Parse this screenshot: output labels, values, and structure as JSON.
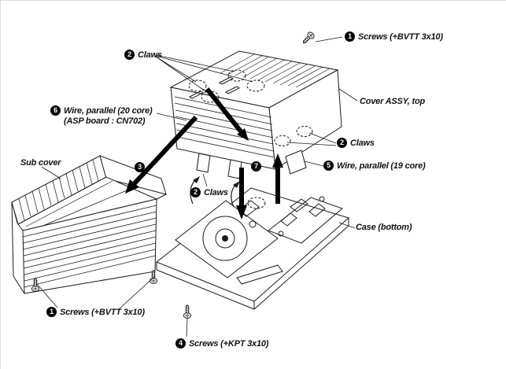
{
  "diagram": {
    "colors": {
      "line": "#1a1a1a",
      "badge_bg": "#000000",
      "badge_fg": "#ffffff",
      "background": "#ffffff"
    },
    "parts": {
      "cover_top": "Cover ASSY, top",
      "sub_cover": "Sub cover",
      "case_bottom": "Case (bottom)"
    },
    "callouts": {
      "screws_top": {
        "num": "1",
        "text": "Screws (+BVTT 3x10)"
      },
      "claws_top": {
        "num": "2",
        "text": "Claws"
      },
      "wire_20core": {
        "num": "6",
        "line1": "Wire, parallel (20 core)",
        "line2": "(ASP board : CN702)"
      },
      "claws_right": {
        "num": "2",
        "text": "Claws"
      },
      "wire_19core": {
        "num": "5",
        "text": "Wire, parallel (19 core)"
      },
      "step_3": {
        "num": "3"
      },
      "claws_mid": {
        "num": "2",
        "text": "Claws"
      },
      "step_7": {
        "num": "7"
      },
      "screws_bottom": {
        "num": "1",
        "text": "Screws (+BVTT 3x10)"
      },
      "screws_kpt": {
        "num": "4",
        "text": "Screws (+KPT 3x10)"
      }
    }
  }
}
